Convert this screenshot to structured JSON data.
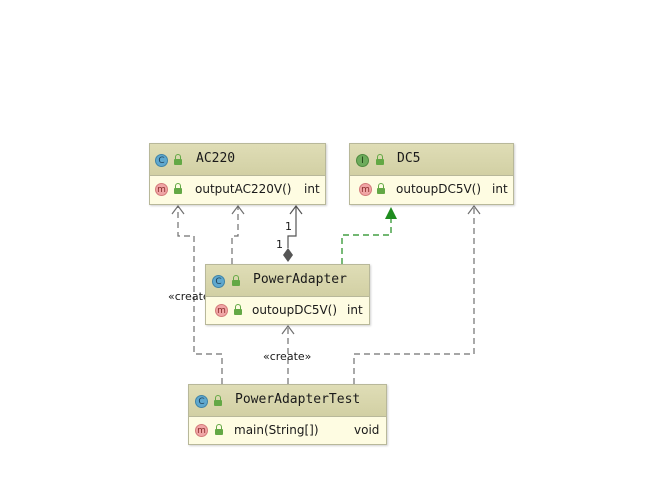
{
  "classes": {
    "ac220": {
      "name": "AC220",
      "kind_icon": "class-icon",
      "badge": "C",
      "members": [
        {
          "name": "outputAC220V()",
          "type": "int",
          "badge": "m"
        }
      ]
    },
    "dc5": {
      "name": "DC5",
      "kind_icon": "interface-icon",
      "badge": "I",
      "members": [
        {
          "name": "outoupDC5V()",
          "type": "int",
          "badge": "m"
        }
      ]
    },
    "power_adapter": {
      "name": "PowerAdapter",
      "kind_icon": "class-icon",
      "badge": "C",
      "members": [
        {
          "name": "outoupDC5V()",
          "type": "int",
          "badge": "m"
        }
      ]
    },
    "power_adapter_test": {
      "name": "PowerAdapterTest",
      "kind_icon": "runnable-class-icon",
      "badge": "C",
      "members": [
        {
          "name": "main(String[])",
          "type": "void",
          "badge": "m"
        }
      ]
    }
  },
  "relations": {
    "composition": {
      "from": "PowerAdapter",
      "to": "AC220",
      "multiplicity_source": "1",
      "multiplicity_target": "1"
    },
    "realization": {
      "from": "PowerAdapter",
      "to": "DC5"
    },
    "create_left": {
      "from": "PowerAdapterTest",
      "to": "AC220",
      "label": "«create»"
    },
    "create_middle": {
      "from": "PowerAdapterTest",
      "to": "PowerAdapter",
      "label": "«create»"
    },
    "dependency_right": {
      "from": "PowerAdapterTest",
      "to": "DC5"
    },
    "dependency_adapter": {
      "from": "PowerAdapter",
      "to": "AC220"
    }
  },
  "colors": {
    "dependency": "#707070",
    "realization": "#1f8c1f",
    "composition": "#555555",
    "class_fill": "#fefce2",
    "header_fill": "#d6d4aa"
  }
}
